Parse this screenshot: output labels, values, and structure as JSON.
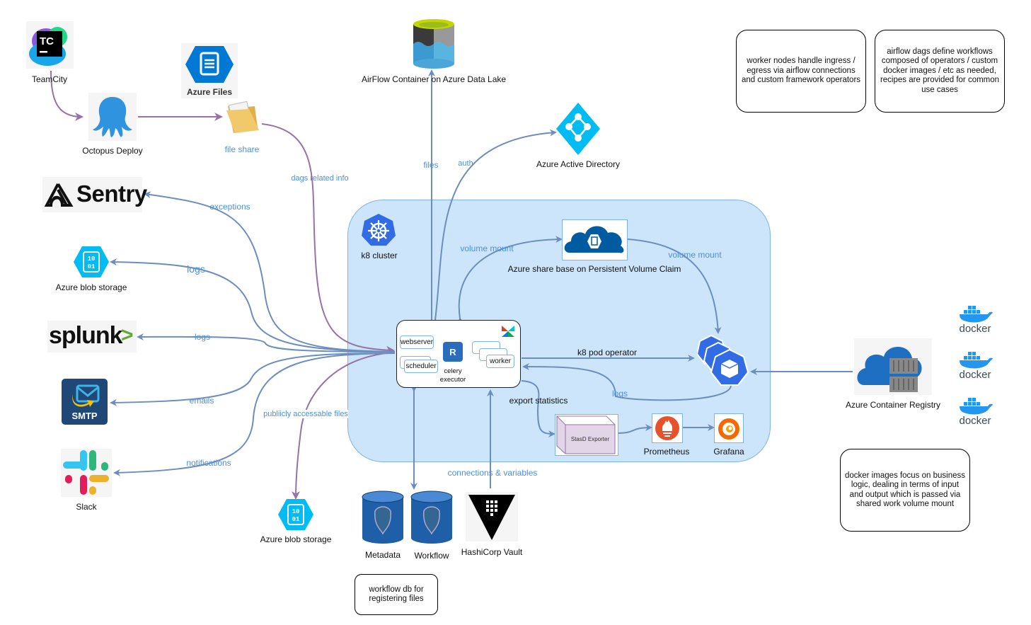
{
  "nodes": {
    "teamcity": {
      "label": "TeamCity",
      "icon_text": "TC"
    },
    "octopus": {
      "label": "Octopus Deploy"
    },
    "azure_files": {
      "label": "Azure Files"
    },
    "file_share": {
      "label": "file share"
    },
    "data_lake": {
      "label": "AirFlow Container on Azure Data Lake"
    },
    "aad": {
      "label": "Azure Active Directory"
    },
    "sentry": {
      "label": "Sentry"
    },
    "blob_left": {
      "label": "Azure blob storage",
      "icon_text": "10\n01"
    },
    "splunk": {
      "label": "splunk",
      "suffix": ">"
    },
    "smtp": {
      "label": "SMTP"
    },
    "slack": {
      "label": "Slack"
    },
    "blob_bottom": {
      "label": "Azure blob storage"
    },
    "k8_cluster": {
      "label": "k8 cluster"
    },
    "pvc": {
      "label": "Azure share base on Persistent Volume Claim"
    },
    "airflow": {
      "webserver": "webserver",
      "scheduler": "scheduler",
      "executor": "celery\nexecutor",
      "executor_icon": "R",
      "worker": "worker"
    },
    "statsd": {
      "label": "StasD Exporter"
    },
    "prometheus": {
      "label": "Prometheus"
    },
    "grafana": {
      "label": "Grafana"
    },
    "metadata_db": {
      "label": "Metadata"
    },
    "workflow_db": {
      "label": "Workflow"
    },
    "vault": {
      "label": "HashiCorp Vault"
    },
    "acr": {
      "label": "Azure Container Registry"
    },
    "docker": [
      "docker",
      "docker",
      "docker"
    ]
  },
  "edge_labels": {
    "dags_related_info": "dags related info",
    "files": "files",
    "auth": "auth",
    "exceptions": "exceptions",
    "logs_blob": "logs",
    "logs_splunk": "logs",
    "emails": "emails",
    "notifications": "notifications",
    "public_files": "publiicly accessable files",
    "volume_mount_left": "volume mount",
    "volume_mount_right": "volume mount",
    "k8_pod_operator": "k8 pod operator",
    "logs_pods": "logs",
    "export_statistics": "export statistics",
    "connections_variables": "connections & variables"
  },
  "notes": {
    "worker_nodes": "worker nodes handle ingress / egress via airflow connections and custom framework operators",
    "airflow_dags": "airflow dags define workflows composed of operators / custom docker images / etc as needed, recipes are provided for common use cases",
    "docker_images": "docker images focus on business logic, dealing in terms of input and output which is passed via shared work volume mount",
    "workflow_db": "workflow db for registering files"
  },
  "colors": {
    "blue_edge": "#6c8ebf",
    "purple_edge": "#9673a6",
    "edge_label": "#4a90e2",
    "cluster_fill": "#cce5fb",
    "azure_blue": "#0078d4",
    "azure_cyan": "#00bcf2",
    "k8_blue": "#326ce5"
  }
}
